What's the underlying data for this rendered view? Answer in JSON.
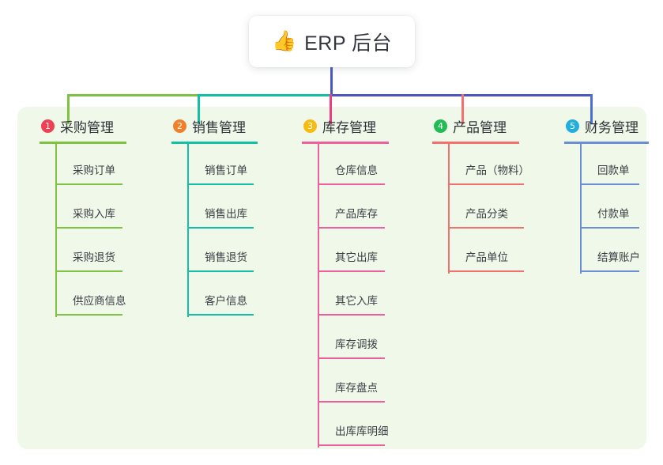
{
  "root": {
    "icon": "thumbs-up-icon",
    "icon_glyph": "👍",
    "title": "ERP 后台"
  },
  "panel": {
    "background_color": "#eff8e9"
  },
  "connector": {
    "trunk_color": "#4c56c0",
    "bus_segments": [
      {
        "name": "green",
        "color": "#7ec242"
      },
      {
        "name": "teal",
        "color": "#14c0a5"
      },
      {
        "name": "blue",
        "color": "#4c56c0"
      }
    ]
  },
  "columns": [
    {
      "index": "1",
      "title": "采购管理",
      "badge_color": "#ef4056",
      "line_color": "#7ec242",
      "drop_color": "#7ec242",
      "items": [
        {
          "label": "采购订单"
        },
        {
          "label": "采购入库"
        },
        {
          "label": "采购退货"
        },
        {
          "label": "供应商信息"
        }
      ]
    },
    {
      "index": "2",
      "title": "销售管理",
      "badge_color": "#f2802b",
      "line_color": "#14c0a5",
      "drop_color": "#14c0a5",
      "items": [
        {
          "label": "销售订单"
        },
        {
          "label": "销售出库"
        },
        {
          "label": "销售退货"
        },
        {
          "label": "客户信息"
        }
      ]
    },
    {
      "index": "3",
      "title": "库存管理",
      "badge_color": "#f7bc14",
      "line_color": "#ef5fa0",
      "drop_color": "#ef3d7f",
      "items": [
        {
          "label": "仓库信息"
        },
        {
          "label": "产品库存"
        },
        {
          "label": "其它出库"
        },
        {
          "label": "其它入库"
        },
        {
          "label": "库存调拨"
        },
        {
          "label": "库存盘点"
        },
        {
          "label": "出库库明细"
        }
      ]
    },
    {
      "index": "4",
      "title": "产品管理",
      "badge_color": "#22bb55",
      "line_color": "#f4706f",
      "drop_color": "#f4706f",
      "items": [
        {
          "label": "产品（物料）"
        },
        {
          "label": "产品分类"
        },
        {
          "label": "产品单位"
        }
      ]
    },
    {
      "index": "5",
      "title": "财务管理",
      "badge_color": "#22aee0",
      "line_color": "#6b8fd4",
      "drop_color": "#4c6fd0",
      "items": [
        {
          "label": "回款单"
        },
        {
          "label": "付款单"
        },
        {
          "label": "结算账户"
        }
      ]
    }
  ]
}
